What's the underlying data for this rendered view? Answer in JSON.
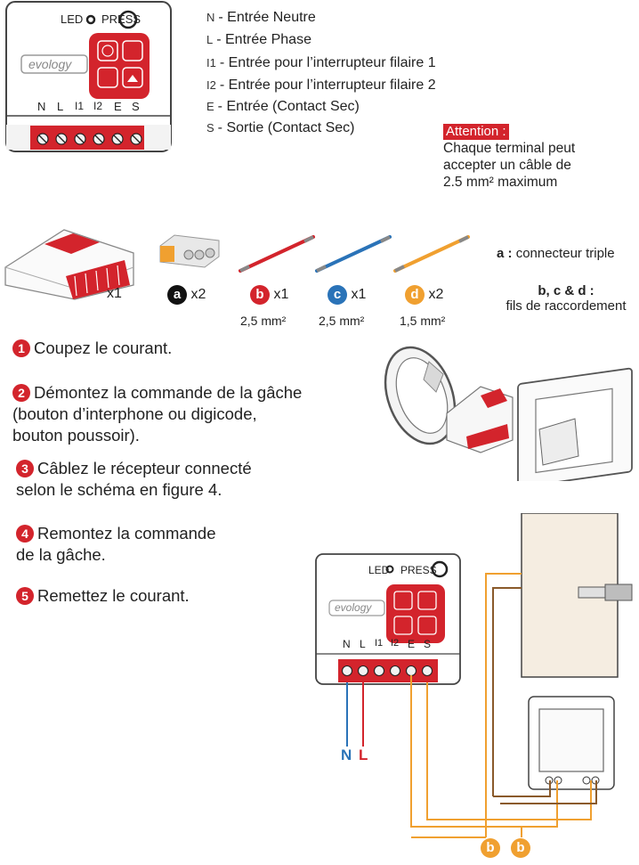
{
  "top_module": {
    "led_label": "LED",
    "press_label": "PRESS",
    "brand": "evology",
    "terminals": [
      "N",
      "L",
      "I1",
      "I2",
      "E",
      "S"
    ]
  },
  "legend": [
    {
      "code": "N",
      "text": "- Entrée Neutre"
    },
    {
      "code": "L",
      "text": "- Entrée Phase"
    },
    {
      "code": "I1",
      "text": "- Entrée pour l’interrupteur filaire 1"
    },
    {
      "code": "I2",
      "text": "- Entrée pour l’interrupteur filaire 2"
    },
    {
      "code": "E",
      "text": "- Entrée (Contact Sec)"
    },
    {
      "code": "S",
      "text": "- Sortie (Contact Sec)"
    }
  ],
  "attention": {
    "title": "Attention :",
    "lines": [
      "Chaque terminal peut",
      "accepter un câble de",
      "2.5 mm² maximum"
    ]
  },
  "kit": {
    "module_qty": "x1",
    "items": [
      {
        "letter": "a",
        "qty": "x2",
        "size": "",
        "color": "#111111"
      },
      {
        "letter": "b",
        "qty": "x1",
        "size": "2,5 mm²",
        "color": "#d3242c"
      },
      {
        "letter": "c",
        "qty": "x1",
        "size": "2,5 mm²",
        "color": "#2a73b8"
      },
      {
        "letter": "d",
        "qty": "x2",
        "size": "1,5 mm²",
        "color": "#f0a030"
      }
    ],
    "note_a_key": "a :",
    "note_a_text": "connecteur triple",
    "note_bcd_key": "b, c & d :",
    "note_bcd_text": "fils de raccordement"
  },
  "steps": [
    {
      "num": "1",
      "lines": [
        "Coupez le courant."
      ]
    },
    {
      "num": "2",
      "lines": [
        "Démontez la commande de la gâche",
        "(bouton d’interphone ou digicode,",
        "bouton poussoir)."
      ]
    },
    {
      "num": "3",
      "lines": [
        "Câblez le récepteur connecté",
        "selon le schéma en figure 4."
      ]
    },
    {
      "num": "4",
      "lines": [
        "Remontez la commande",
        "de la gâche."
      ]
    },
    {
      "num": "5",
      "lines": [
        "Remettez le courant."
      ]
    }
  ],
  "wiring": {
    "module": {
      "led_label": "LED",
      "press_label": "PRESS",
      "brand": "evology",
      "terminals": [
        "N",
        "L",
        "I1",
        "I2",
        "E",
        "S"
      ]
    },
    "neutral_label": "N",
    "phase_label": "L",
    "wire_badges": [
      "b",
      "b"
    ],
    "colors": {
      "neutral": "#2a73b8",
      "phase": "#d3242c",
      "dry_contact": "#f0a030",
      "strike": "#8a5a2b"
    }
  }
}
